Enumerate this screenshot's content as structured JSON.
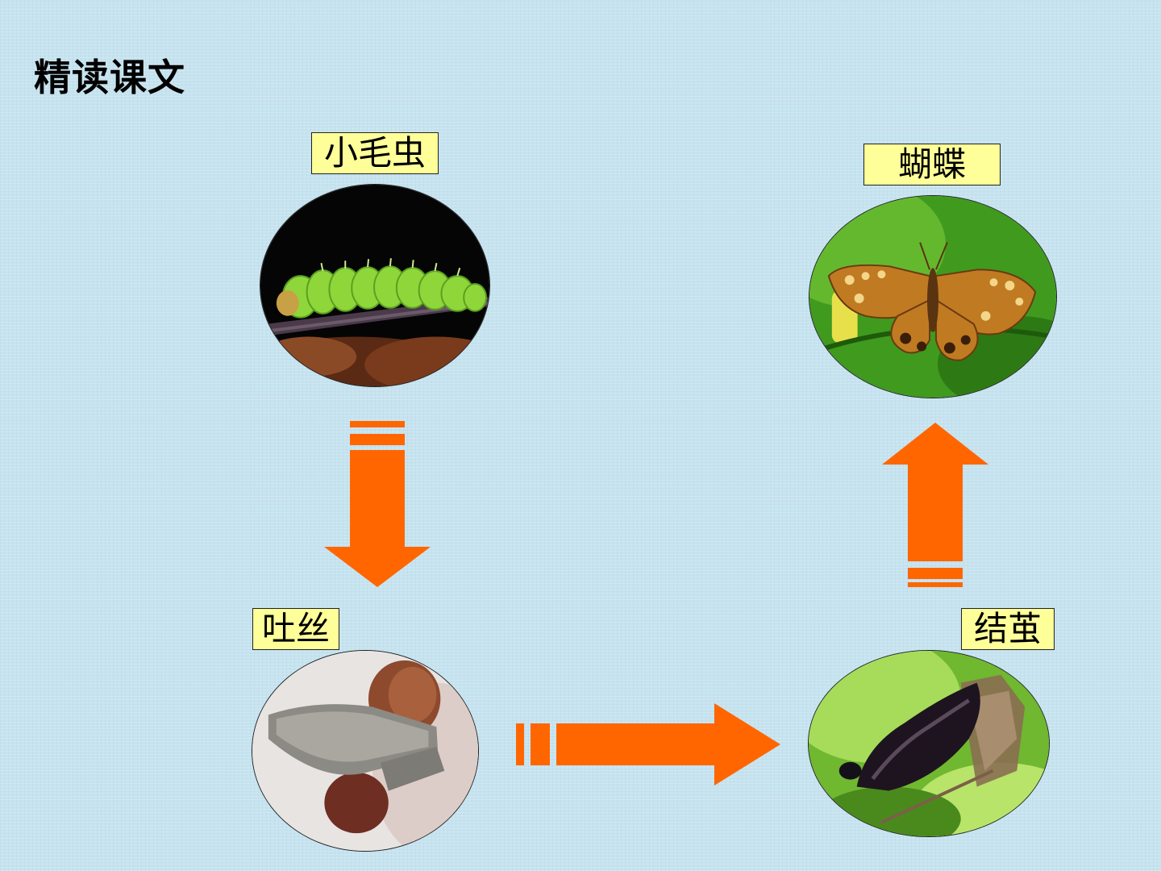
{
  "page_title": "精读课文",
  "stages": {
    "caterpillar": {
      "label": "小毛虫"
    },
    "spinning": {
      "label": "吐丝"
    },
    "cocoon": {
      "label": "结茧"
    },
    "butterfly": {
      "label": "蝴蝶"
    }
  },
  "colors": {
    "arrow": "#ff6600",
    "label_bg": "#ffff99",
    "background": "#c6e3ef"
  }
}
